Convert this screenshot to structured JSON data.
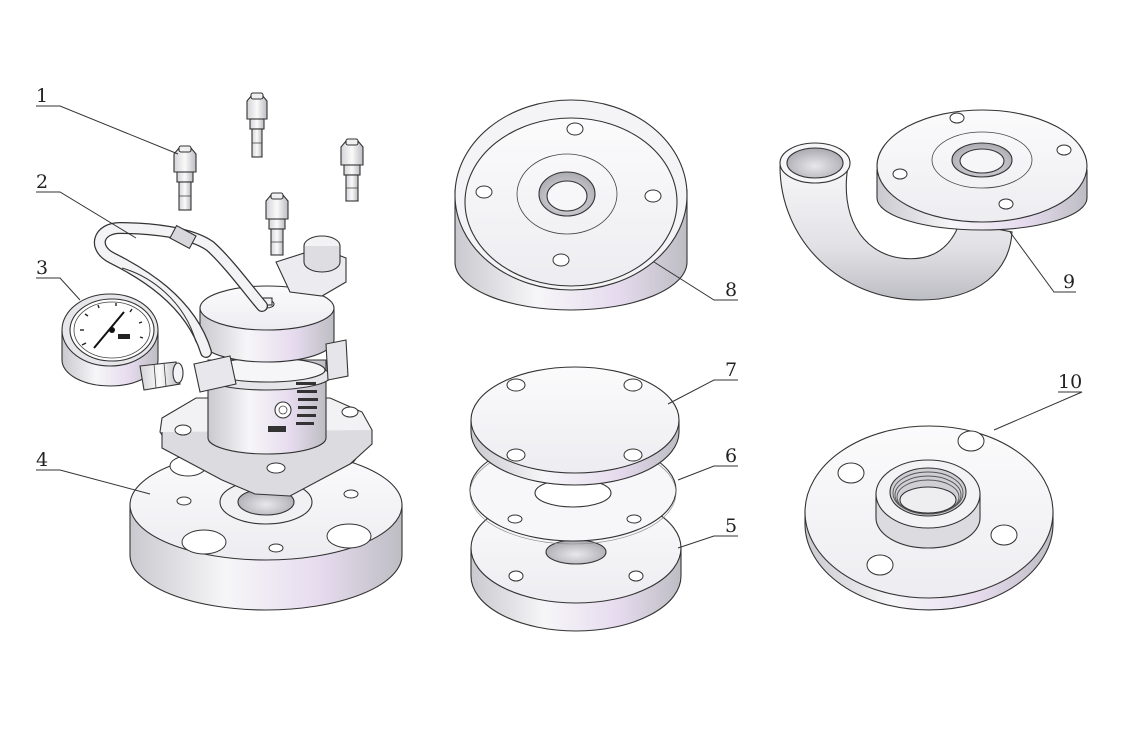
{
  "callouts": [
    {
      "id": "1",
      "label": "1"
    },
    {
      "id": "2",
      "label": "2"
    },
    {
      "id": "3",
      "label": "3"
    },
    {
      "id": "4",
      "label": "4"
    },
    {
      "id": "5",
      "label": "5"
    },
    {
      "id": "6",
      "label": "6"
    },
    {
      "id": "7",
      "label": "7"
    },
    {
      "id": "8",
      "label": "8"
    },
    {
      "id": "9",
      "label": "9"
    },
    {
      "id": "10",
      "label": "10"
    }
  ],
  "colors": {
    "metal_light": "#f4f4f6",
    "metal_mid": "#dedee2",
    "metal_shadow": "#b9b9bf",
    "metal_tint": "#ecdff0",
    "line": "#333333"
  },
  "icons": [
    "gauge-dial-icon",
    "bolt-icon",
    "flange-icon",
    "pipe-elbow-icon"
  ]
}
